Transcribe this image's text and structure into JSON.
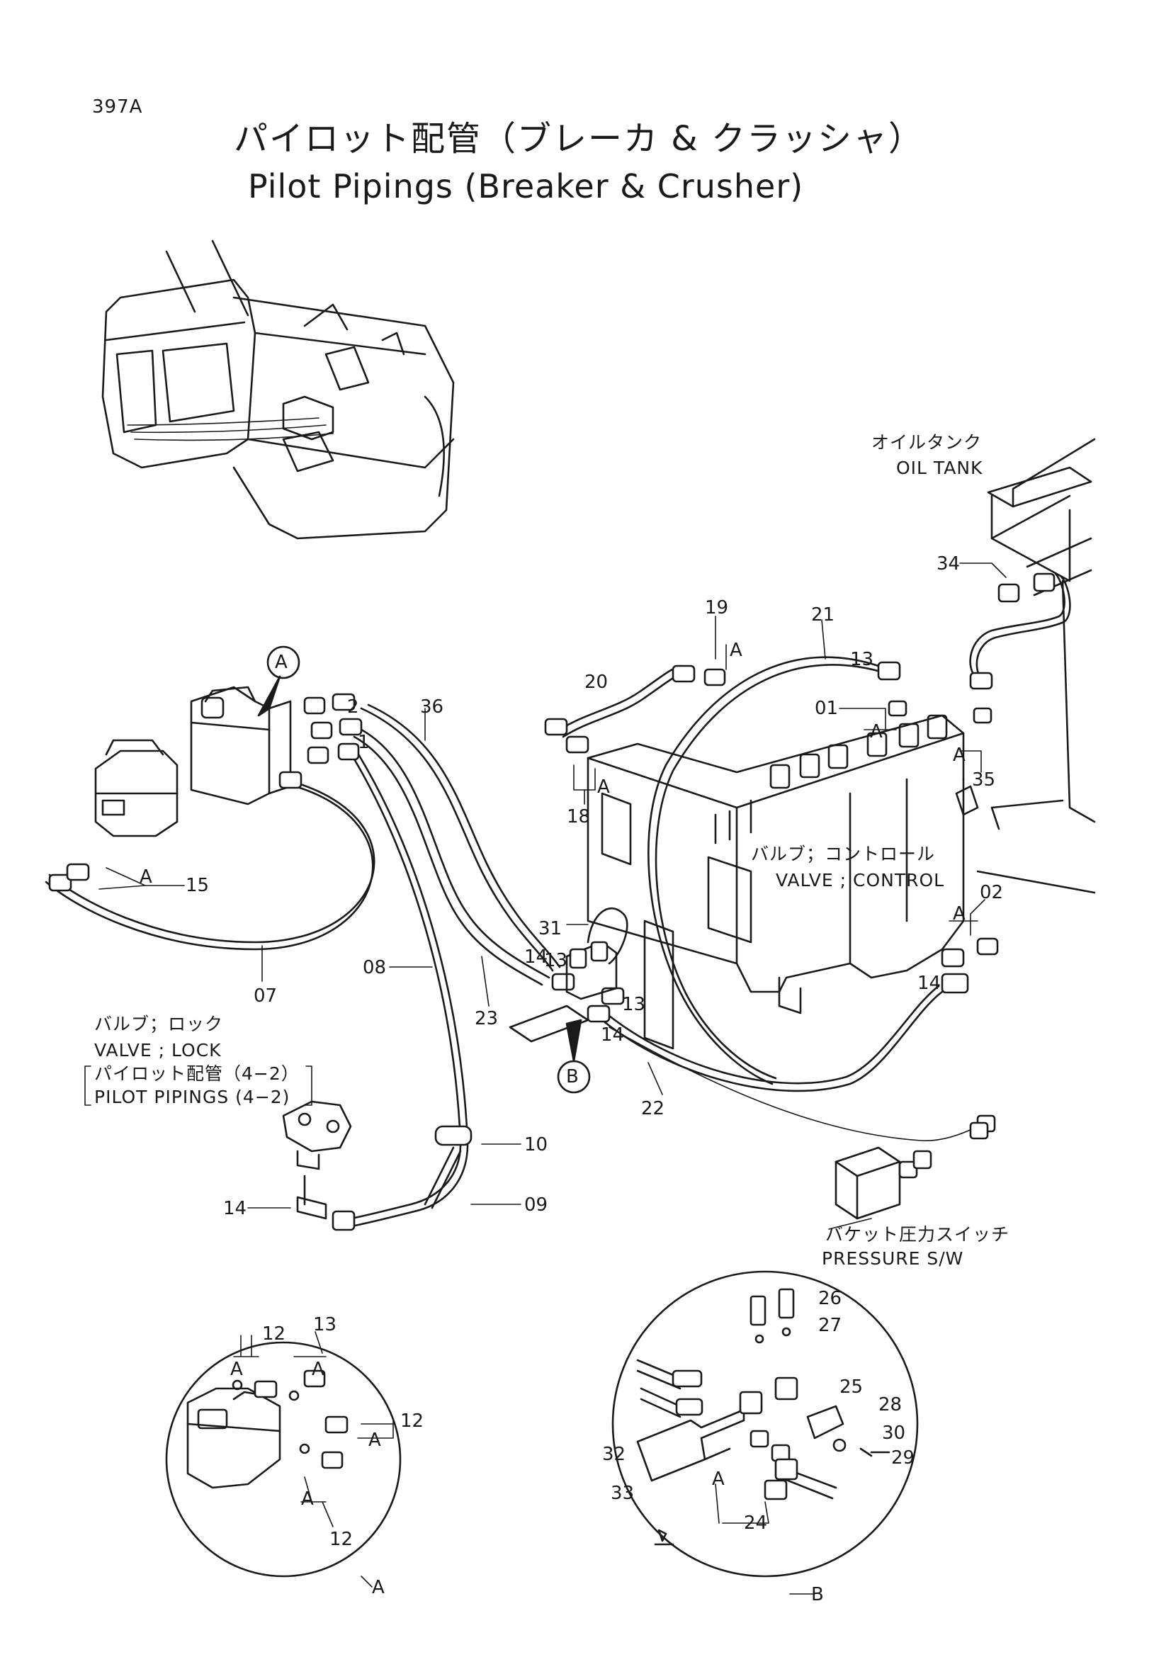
{
  "header": {
    "code": "397A",
    "title_jp": "パイロット配管（ブレーカ & クラッシャ）",
    "title_en": "Pilot Pipings (Breaker & Crusher)"
  },
  "labels": {
    "oil_tank_jp": "オイルタンク",
    "oil_tank_en": "OIL TANK",
    "control_valve_jp": "バルブ；コントロール",
    "control_valve_en": "VALVE ; CONTROL",
    "lock_valve_jp": "バルブ；ロック",
    "lock_valve_en": "VALVE ; LOCK",
    "lock_ref_jp": "パイロット配管（4−2）",
    "lock_ref_en": "PILOT  PIPINGS (4−2)",
    "pressure_sw_jp": "バケット圧力スイッチ",
    "pressure_sw_en": "PRESSURE S/W"
  },
  "callouts": {
    "a": "A",
    "b": "B",
    "n01": "01",
    "n02": "02",
    "n07": "07",
    "n08": "08",
    "n09": "09",
    "n10": "10",
    "n1": "1",
    "n2": "2",
    "n12": "12",
    "n13": "13",
    "n14": "14",
    "n15": "15",
    "n18": "18",
    "n19": "19",
    "n20": "20",
    "n21": "21",
    "n22": "22",
    "n23": "23",
    "n24": "24",
    "n25": "25",
    "n26": "26",
    "n27": "27",
    "n28": "28",
    "n29": "29",
    "n30": "30",
    "n31": "31",
    "n32": "32",
    "n33": "33",
    "n34": "34",
    "n35": "35",
    "n36": "36"
  }
}
